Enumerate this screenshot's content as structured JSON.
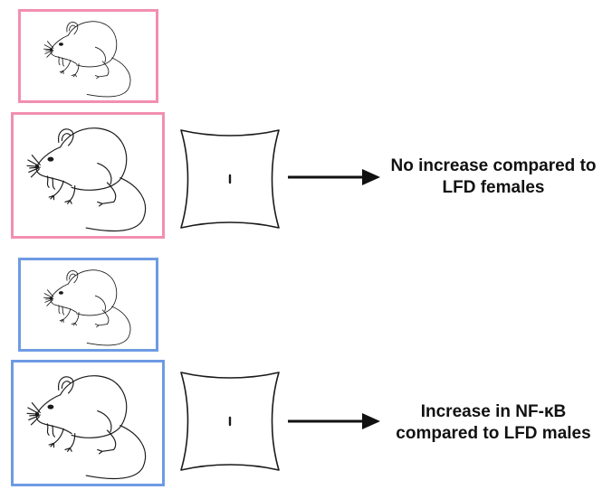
{
  "colors": {
    "female_frame": "#F28FB0",
    "male_frame": "#6E9BE3",
    "line": "#1a1a1a"
  },
  "icons": [
    "mouse-icon",
    "torso-icon",
    "arrow-right-icon"
  ],
  "outcomes": {
    "female_line1": "No increase compared to",
    "female_line2": "LFD females",
    "male_line1": "Increase in NF-κB",
    "male_line2": "compared to LFD males"
  }
}
